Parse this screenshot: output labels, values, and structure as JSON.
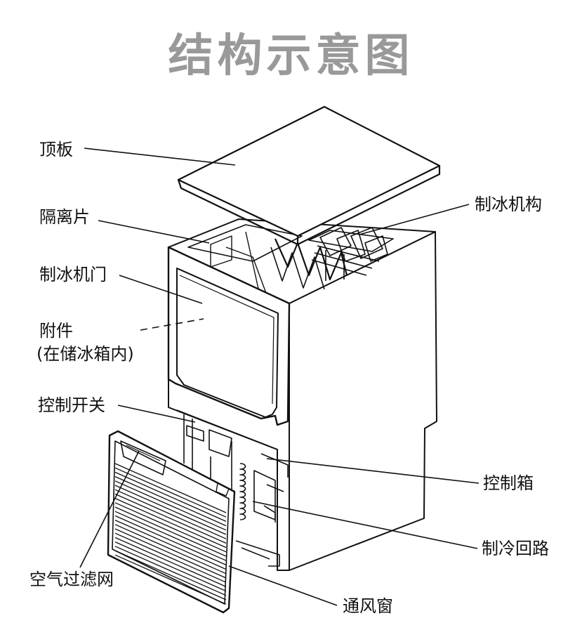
{
  "title": "结构示意图",
  "labels": {
    "top_panel": "顶板",
    "separator": "隔离片",
    "ice_machine_door": "制冰机门",
    "accessories": "附件",
    "accessories_note": "(在储冰箱内)",
    "control_switch": "控制开关",
    "air_filter": "空气过滤网",
    "ice_mechanism": "制冰机构",
    "control_box": "控制箱",
    "refrigeration_circuit": "制冷回路",
    "vent_window": "通风窗"
  }
}
